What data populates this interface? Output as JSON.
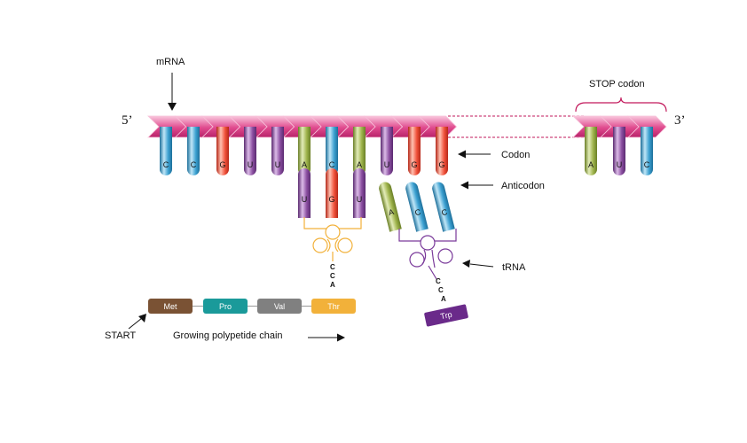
{
  "colors": {
    "mrna_fill": "#e04a8e",
    "mrna_light": "#f5a9cb",
    "C": "#3a9fd0",
    "G": "#f0503a",
    "U": "#8a4ea0",
    "A": "#9db24a",
    "trna_orange": "#f2b13a",
    "trna_purple": "#7a3a9a",
    "Met": "#7a5234",
    "Pro": "#1a9a9a",
    "Val": "#808080",
    "Thr": "#f2b13a",
    "Trp": "#6a2a8a"
  },
  "labels": {
    "five_prime": "5’",
    "three_prime": "3’",
    "mrna": "mRNA",
    "stop_codon": "STOP codon",
    "codon": "Codon",
    "anticodon": "Anticodon",
    "trna": "tRNA",
    "start": "START",
    "growing_chain": "Growing polypetide chain"
  },
  "mrna_bases": [
    "C",
    "C",
    "G",
    "U",
    "U",
    "A",
    "C",
    "A",
    "U",
    "G",
    "G"
  ],
  "stop_bases": [
    "A",
    "U",
    "C"
  ],
  "anticodon_thr": [
    "U",
    "G",
    "U"
  ],
  "anticodon_trp": [
    "A",
    "C",
    "C"
  ],
  "cca": [
    "C",
    "C",
    "A"
  ],
  "amino_acids": [
    "Met",
    "Pro",
    "Val",
    "Thr"
  ],
  "incoming_amino_acid": "Trp"
}
